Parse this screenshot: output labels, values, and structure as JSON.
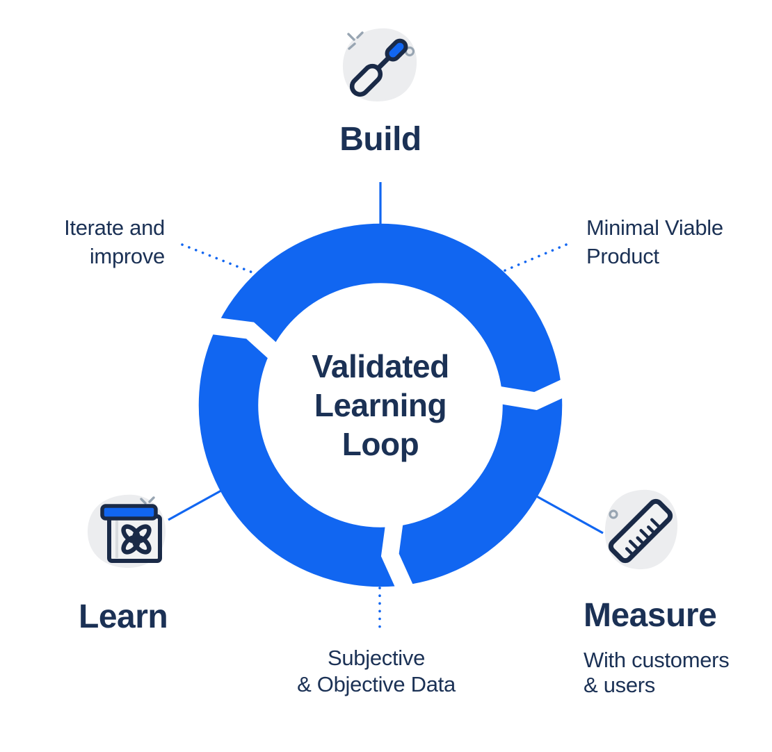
{
  "diagram": {
    "center": {
      "lines": [
        "Validated",
        "Learning",
        "Loop"
      ]
    },
    "stages": {
      "build": {
        "label": "Build",
        "icon": "screwdriver-icon"
      },
      "measure": {
        "label": "Measure",
        "icon": "ruler-icon",
        "note": [
          "With customers",
          "& users"
        ]
      },
      "learn": {
        "label": "Learn",
        "icon": "book-icon"
      }
    },
    "annotations": {
      "learn_to_build": [
        "Iterate and",
        "improve"
      ],
      "build_to_measure": [
        "Minimal Viable",
        "Product"
      ],
      "measure_to_learn": [
        "Subjective",
        "& Objective Data"
      ]
    },
    "colors": {
      "accent_blue": "#1166F1",
      "navy_text": "#1B3155",
      "icon_outline": "#1A2A47",
      "blob_gray": "#ECEDEF",
      "icon_fill": "#F1F2F3",
      "sparkle_gray": "#98A5B2",
      "background": "#FFFFFF"
    }
  }
}
